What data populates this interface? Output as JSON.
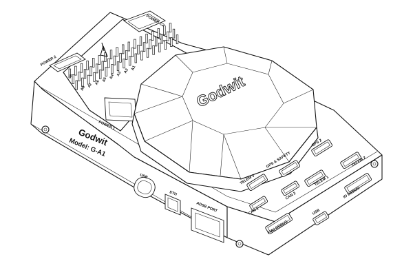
{
  "device": {
    "brand_top": "Godwit",
    "brand_front": "Godwit",
    "model": "Model: G-A1"
  },
  "labels": {
    "power2": "POWER 2",
    "power1": "POWER 1",
    "power_c2": "POWER C2",
    "pwm_pins": [
      "A8",
      "A7",
      "A6",
      "A5",
      "A4",
      "A3",
      "A2",
      "A1"
    ],
    "mark_s": "S",
    "side_ports": [
      {
        "key": "usb_c",
        "text": "USB"
      },
      {
        "key": "eth",
        "text": "ETH"
      },
      {
        "key": "adsb",
        "text": "ADSB PORT"
      }
    ],
    "right_ports": [
      {
        "key": "telem3",
        "text": "TELEM 3"
      },
      {
        "key": "gps_safety",
        "text": "GPS & SAFETY"
      },
      {
        "key": "gps2",
        "text": "GPS 2"
      },
      {
        "key": "telem2",
        "text": "TELEM 2"
      },
      {
        "key": "telem1",
        "text": "TELEM 1"
      },
      {
        "key": "can1",
        "text": "CAN 1"
      },
      {
        "key": "can2",
        "text": "CAN 2"
      },
      {
        "key": "fmu_debug",
        "text": "FMU DEBUG"
      },
      {
        "key": "usb",
        "text": "USB"
      },
      {
        "key": "io_debug",
        "text": "IO DEBUG"
      }
    ]
  }
}
